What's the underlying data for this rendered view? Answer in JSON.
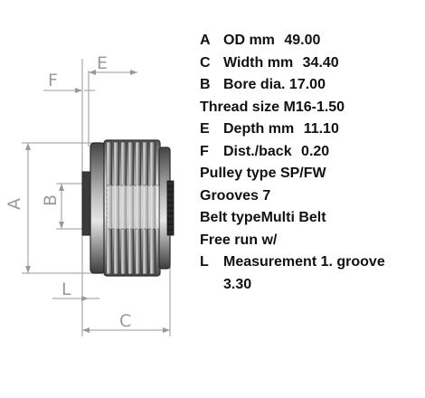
{
  "drawing": {
    "labels": {
      "A": "A",
      "B": "B",
      "C": "C",
      "E": "E",
      "F": "F",
      "L": "L"
    }
  },
  "specs": [
    {
      "key": "A",
      "label": "OD mm",
      "value": "49.00"
    },
    {
      "key": "C",
      "label": "Width mm",
      "value": "34.40"
    },
    {
      "key": "B",
      "label": "Bore dia.",
      "value": "17.00"
    },
    {
      "key": "",
      "label": "Thread size",
      "value": "M16-1.50"
    },
    {
      "key": "E",
      "label": "Depth mm",
      "value": "11.10"
    },
    {
      "key": "F",
      "label": "Dist./back",
      "value": "0.20"
    },
    {
      "key": "",
      "label": "Pulley type",
      "value": "SP/FW"
    },
    {
      "key": "",
      "label": "Grooves",
      "value": "7"
    },
    {
      "key": "",
      "label": "Belt type",
      "value": "Multi Belt"
    },
    {
      "key": "",
      "label": "Free run",
      "value": "w/"
    },
    {
      "key": "L",
      "label": "Measurement 1. groove",
      "value": "3.30"
    }
  ]
}
